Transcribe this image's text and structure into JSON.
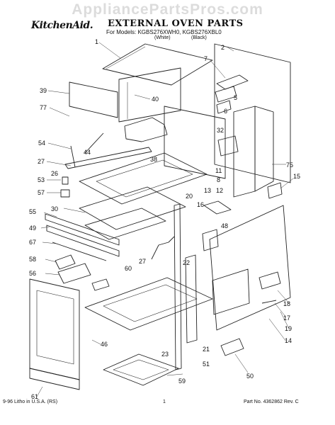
{
  "watermark": "AppliancePartsPros.com",
  "header": {
    "brand": "KitchenAid.",
    "title": "EXTERNAL OVEN PARTS",
    "models_line": "For Models: KGBS276XWH0, KGBS276XBL0",
    "variant_white": "(White)",
    "variant_black": "(Black)"
  },
  "footer": {
    "left": "9-96 Litho in U.S.A. (RS)",
    "center": "1",
    "right": "Part No. 4362862 Rev. C"
  },
  "callouts": [
    "1",
    "2",
    "7",
    "39",
    "40",
    "77",
    "5",
    "6",
    "32",
    "54",
    "44",
    "38",
    "27",
    "26",
    "53",
    "57",
    "55",
    "30",
    "49",
    "67",
    "58",
    "56",
    "60",
    "13",
    "12",
    "11",
    "75",
    "8",
    "15",
    "20",
    "16",
    "48",
    "27",
    "22",
    "18",
    "17",
    "19",
    "14",
    "21",
    "46",
    "23",
    "51",
    "50",
    "61",
    "59"
  ]
}
